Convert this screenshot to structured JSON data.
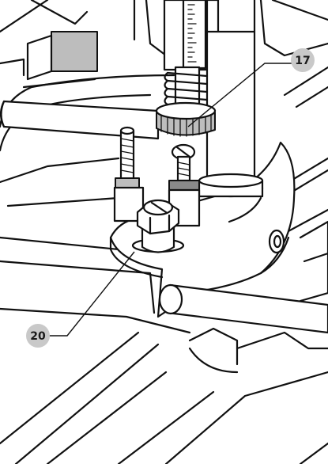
{
  "callouts": [
    {
      "id": "callout-17",
      "label": "17",
      "part": "depth-stop-knurled-nut"
    },
    {
      "id": "callout-20",
      "label": "20",
      "part": "turret-stop-plate"
    }
  ],
  "icons": [
    "router-depth-stop-illustration"
  ],
  "colors": {
    "line": "#111111",
    "fill": "#ffffff",
    "shade": "#bdbdbd",
    "callout": "#c9c9c9"
  }
}
